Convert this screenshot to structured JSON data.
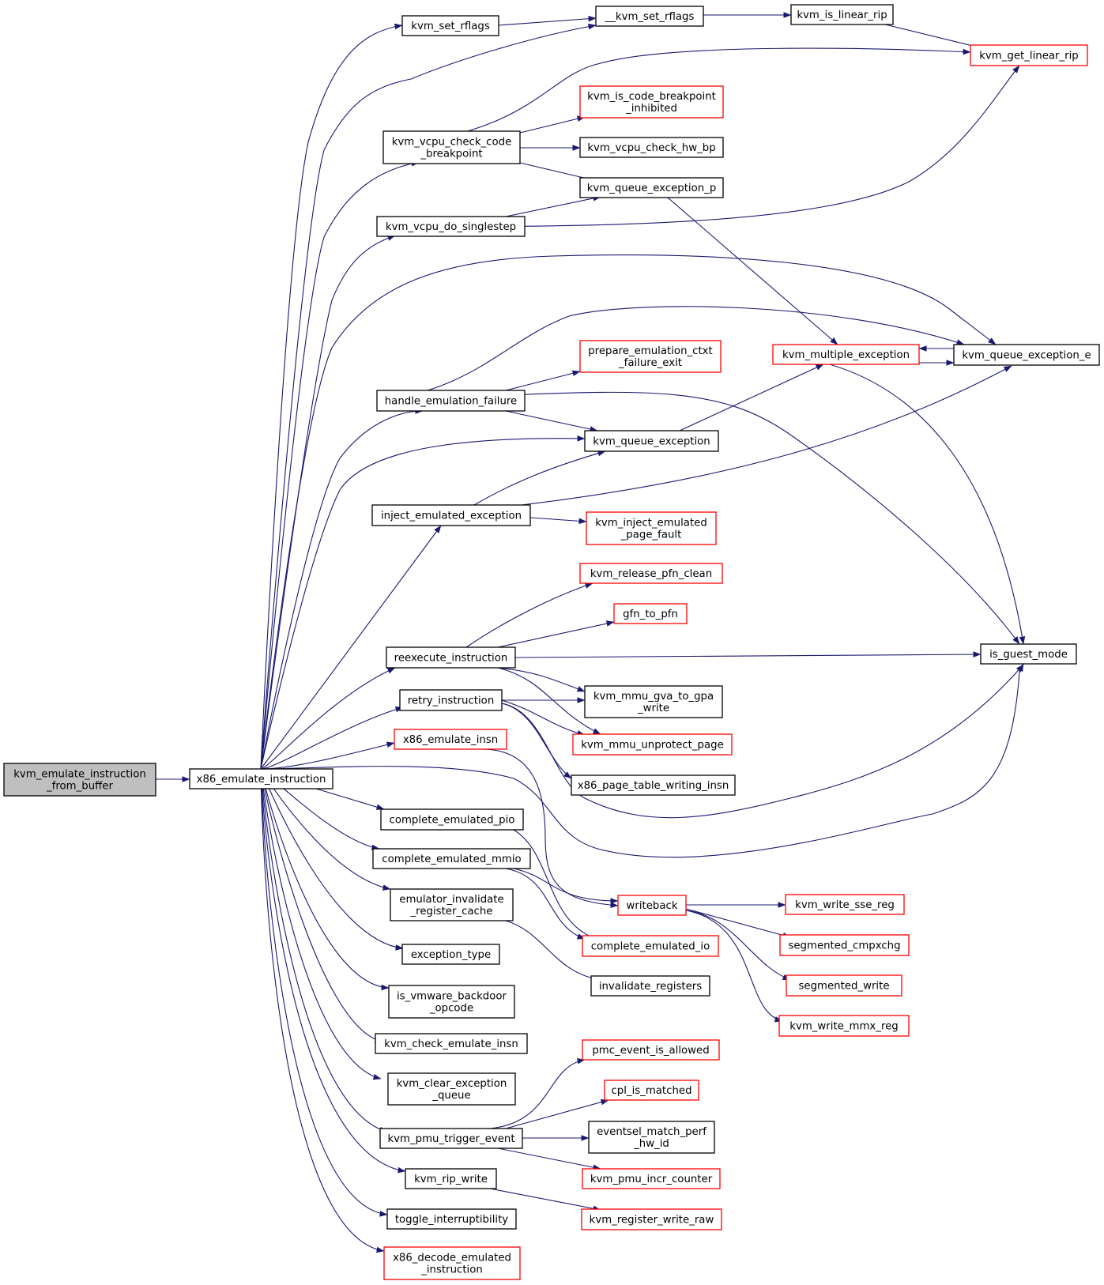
{
  "colors": {
    "edge": "#191970",
    "border_normal": "#000000",
    "border_truncated": "#ff0000",
    "fill_root": "#bfbfbf",
    "fill_normal": "#ffffff"
  },
  "nodes": [
    {
      "id": "root",
      "lines": [
        "kvm_emulate_instruction",
        "_from_buffer"
      ],
      "kind": "root"
    },
    {
      "id": "x86ei",
      "lines": [
        "x86_emulate_instruction"
      ],
      "kind": "normal"
    },
    {
      "id": "setrf",
      "lines": [
        "kvm_set_rflags"
      ],
      "kind": "normal"
    },
    {
      "id": "_setrf",
      "lines": [
        "__kvm_set_rflags"
      ],
      "kind": "normal"
    },
    {
      "id": "islin",
      "lines": [
        "kvm_is_linear_rip"
      ],
      "kind": "normal"
    },
    {
      "id": "getlin",
      "lines": [
        "kvm_get_linear_rip"
      ],
      "kind": "truncated"
    },
    {
      "id": "iscbi",
      "lines": [
        "kvm_is_code_breakpoint",
        "_inhibited"
      ],
      "kind": "truncated"
    },
    {
      "id": "ccb",
      "lines": [
        "kvm_vcpu_check_code",
        "_breakpoint"
      ],
      "kind": "normal"
    },
    {
      "id": "hwbp",
      "lines": [
        "kvm_vcpu_check_hw_bp"
      ],
      "kind": "normal"
    },
    {
      "id": "qep",
      "lines": [
        "kvm_queue_exception_p"
      ],
      "kind": "normal"
    },
    {
      "id": "dss",
      "lines": [
        "kvm_vcpu_do_singlestep"
      ],
      "kind": "normal"
    },
    {
      "id": "pecfe",
      "lines": [
        "prepare_emulation_ctxt",
        "_failure_exit"
      ],
      "kind": "truncated"
    },
    {
      "id": "mult",
      "lines": [
        "kvm_multiple_exception"
      ],
      "kind": "truncated"
    },
    {
      "id": "qee",
      "lines": [
        "kvm_queue_exception_e"
      ],
      "kind": "normal"
    },
    {
      "id": "hef",
      "lines": [
        "handle_emulation_failure"
      ],
      "kind": "normal"
    },
    {
      "id": "qe",
      "lines": [
        "kvm_queue_exception"
      ],
      "kind": "normal"
    },
    {
      "id": "iee",
      "lines": [
        "inject_emulated_exception"
      ],
      "kind": "normal"
    },
    {
      "id": "iepf",
      "lines": [
        "kvm_inject_emulated",
        "_page_fault"
      ],
      "kind": "truncated"
    },
    {
      "id": "relpfn",
      "lines": [
        "kvm_release_pfn_clean"
      ],
      "kind": "truncated"
    },
    {
      "id": "g2p",
      "lines": [
        "gfn_to_pfn"
      ],
      "kind": "truncated"
    },
    {
      "id": "reex",
      "lines": [
        "reexecute_instruction"
      ],
      "kind": "normal"
    },
    {
      "id": "igm",
      "lines": [
        "is_guest_mode"
      ],
      "kind": "normal"
    },
    {
      "id": "retry",
      "lines": [
        "retry_instruction"
      ],
      "kind": "normal"
    },
    {
      "id": "gva",
      "lines": [
        "kvm_mmu_gva_to_gpa",
        "_write"
      ],
      "kind": "normal"
    },
    {
      "id": "xei",
      "lines": [
        "x86_emulate_insn"
      ],
      "kind": "truncated"
    },
    {
      "id": "unprot",
      "lines": [
        "kvm_mmu_unprotect_page"
      ],
      "kind": "truncated"
    },
    {
      "id": "ptwi",
      "lines": [
        "x86_page_table_writing_insn"
      ],
      "kind": "normal"
    },
    {
      "id": "cepio",
      "lines": [
        "complete_emulated_pio"
      ],
      "kind": "normal"
    },
    {
      "id": "cemmio",
      "lines": [
        "complete_emulated_mmio"
      ],
      "kind": "normal"
    },
    {
      "id": "eirc",
      "lines": [
        "emulator_invalidate",
        "_register_cache"
      ],
      "kind": "normal"
    },
    {
      "id": "wb",
      "lines": [
        "writeback"
      ],
      "kind": "truncated"
    },
    {
      "id": "wsse",
      "lines": [
        "kvm_write_sse_reg"
      ],
      "kind": "truncated"
    },
    {
      "id": "segcx",
      "lines": [
        "segmented_cmpxchg"
      ],
      "kind": "truncated"
    },
    {
      "id": "ceio",
      "lines": [
        "complete_emulated_io"
      ],
      "kind": "truncated"
    },
    {
      "id": "et",
      "lines": [
        "exception_type"
      ],
      "kind": "normal"
    },
    {
      "id": "segw",
      "lines": [
        "segmented_write"
      ],
      "kind": "truncated"
    },
    {
      "id": "invreg",
      "lines": [
        "invalidate_registers"
      ],
      "kind": "normal"
    },
    {
      "id": "vmbd",
      "lines": [
        "is_vmware_backdoor",
        "_opcode"
      ],
      "kind": "normal"
    },
    {
      "id": "wmmx",
      "lines": [
        "kvm_write_mmx_reg"
      ],
      "kind": "truncated"
    },
    {
      "id": "cei",
      "lines": [
        "kvm_check_emulate_insn"
      ],
      "kind": "normal"
    },
    {
      "id": "pea",
      "lines": [
        "pmc_event_is_allowed"
      ],
      "kind": "truncated"
    },
    {
      "id": "ceq",
      "lines": [
        "kvm_clear_exception",
        "_queue"
      ],
      "kind": "normal"
    },
    {
      "id": "cplm",
      "lines": [
        "cpl_is_matched"
      ],
      "kind": "truncated"
    },
    {
      "id": "pte",
      "lines": [
        "kvm_pmu_trigger_event"
      ],
      "kind": "normal"
    },
    {
      "id": "emph",
      "lines": [
        "eventsel_match_perf",
        "_hw_id"
      ],
      "kind": "normal"
    },
    {
      "id": "pic",
      "lines": [
        "kvm_pmu_incr_counter"
      ],
      "kind": "truncated"
    },
    {
      "id": "ripw",
      "lines": [
        "kvm_rip_write"
      ],
      "kind": "normal"
    },
    {
      "id": "rwr",
      "lines": [
        "kvm_register_write_raw"
      ],
      "kind": "truncated"
    },
    {
      "id": "toggle",
      "lines": [
        "toggle_interruptibility"
      ],
      "kind": "normal"
    },
    {
      "id": "decode",
      "lines": [
        "x86_decode_emulated",
        "_instruction"
      ],
      "kind": "truncated"
    }
  ]
}
